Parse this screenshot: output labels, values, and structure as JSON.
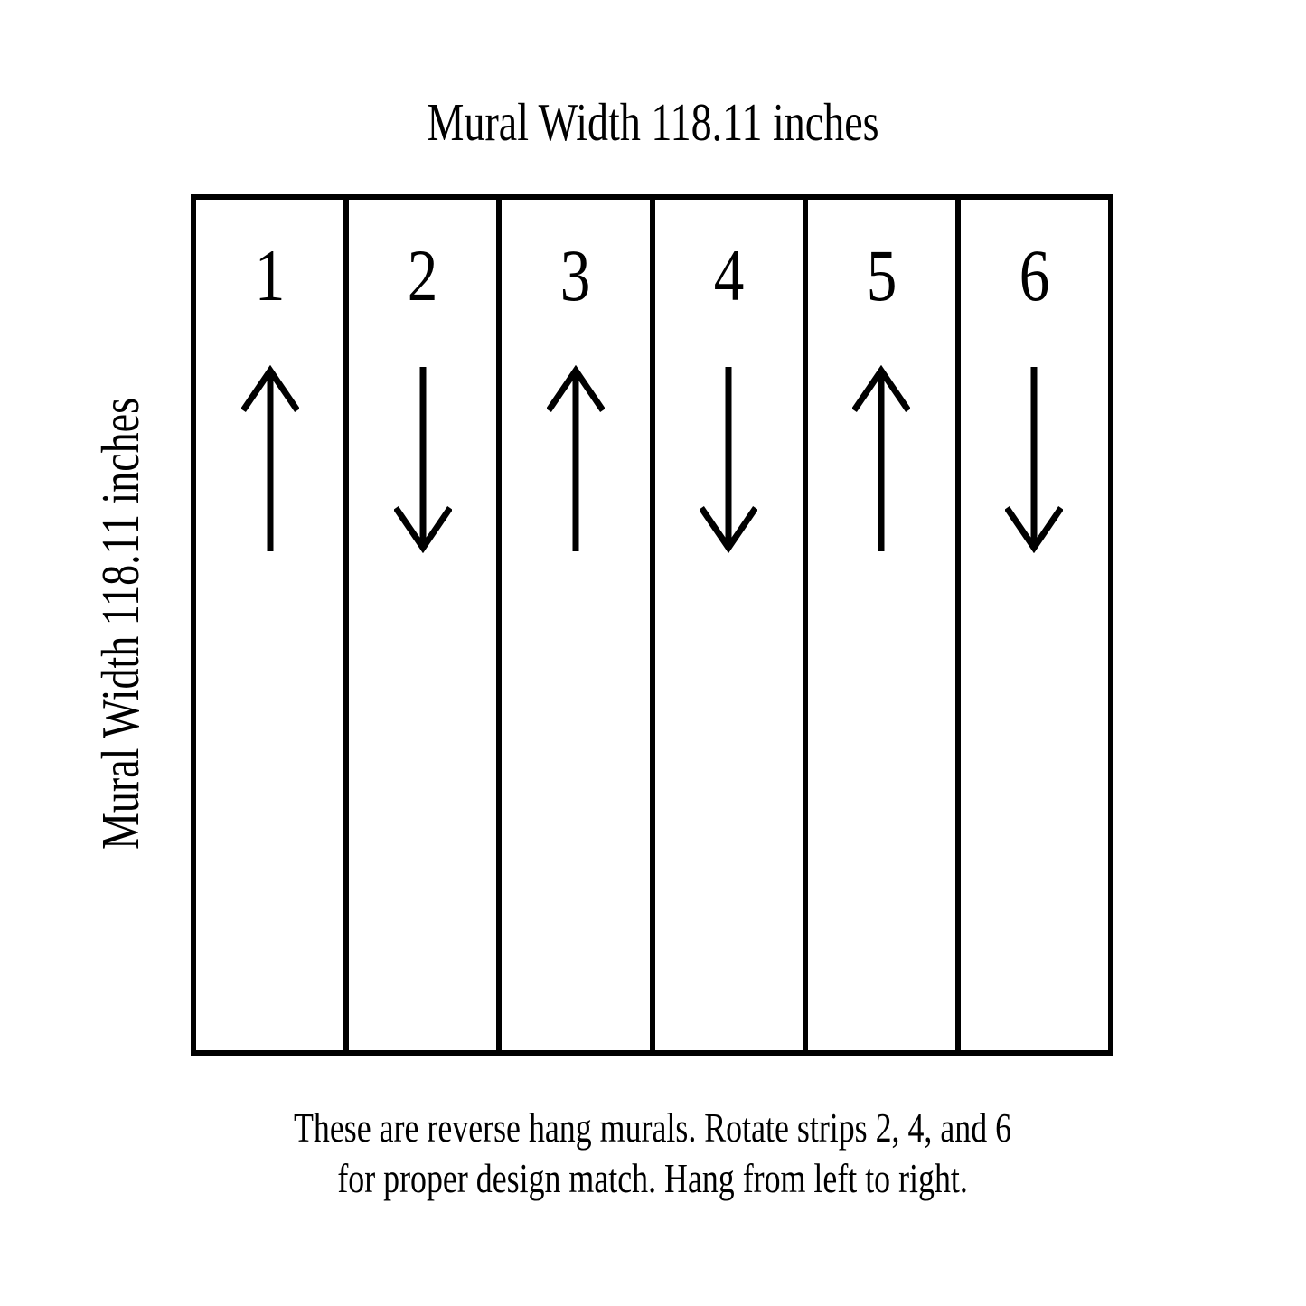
{
  "page": {
    "background_color": "#ffffff",
    "line_color": "#000000"
  },
  "top_label": "Mural Width 118.11 inches",
  "left_label": "Mural Width 118.11 inches",
  "strips": [
    {
      "number": "1",
      "direction": "up"
    },
    {
      "number": "2",
      "direction": "down"
    },
    {
      "number": "3",
      "direction": "up"
    },
    {
      "number": "4",
      "direction": "down"
    },
    {
      "number": "5",
      "direction": "up"
    },
    {
      "number": "6",
      "direction": "down"
    }
  ],
  "caption": {
    "line1": "These are reverse hang murals. Rotate strips 2, 4, and 6",
    "line2": "for proper design match. Hang from left to right."
  }
}
